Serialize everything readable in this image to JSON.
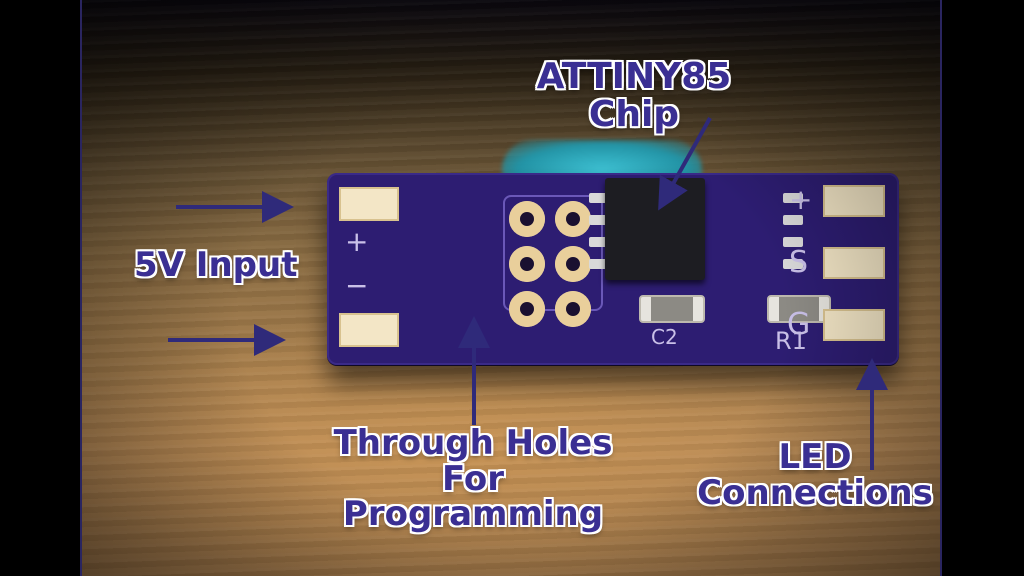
{
  "annotations": {
    "chip": [
      "ATTINY85",
      "Chip"
    ],
    "power_input": "5V Input",
    "through_holes": [
      "Through Holes",
      "For",
      "Programming"
    ],
    "led_connections": [
      "LED",
      "Connections"
    ]
  },
  "silkscreen": {
    "input_plus": "+",
    "input_minus": "−",
    "out_plus": "+",
    "out_signal": "S",
    "out_ground": "G",
    "capacitor": "C2",
    "resistor": "R1"
  },
  "colors": {
    "board": "#2d1d72",
    "label_text": "#3a2f93",
    "label_outline": "#ffffff",
    "arrow": "#2f2a7a",
    "pad": "#f3e6c6"
  }
}
